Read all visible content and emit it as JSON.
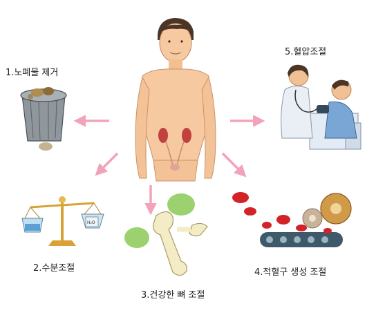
{
  "diagram": {
    "labels": {
      "waste": "1.노폐물 제거",
      "water": "2.수분조절",
      "bone": "3.건강한 뼈 조절",
      "rbc": "4.적혈구 생성 조절",
      "bp": "5.혈압조절"
    },
    "colors": {
      "arrow": "#f2a3b9",
      "skin": "#f6c9a0",
      "kidney": "#c2413f",
      "bin": "#8f969c",
      "gold": "#d9a235",
      "bone": "#f3ecc6",
      "leaf": "#9cd16f",
      "blood": "#d32228",
      "gear": "#d09a48",
      "coat": "#e9eff5",
      "shirt": "#7aa6d6"
    }
  }
}
